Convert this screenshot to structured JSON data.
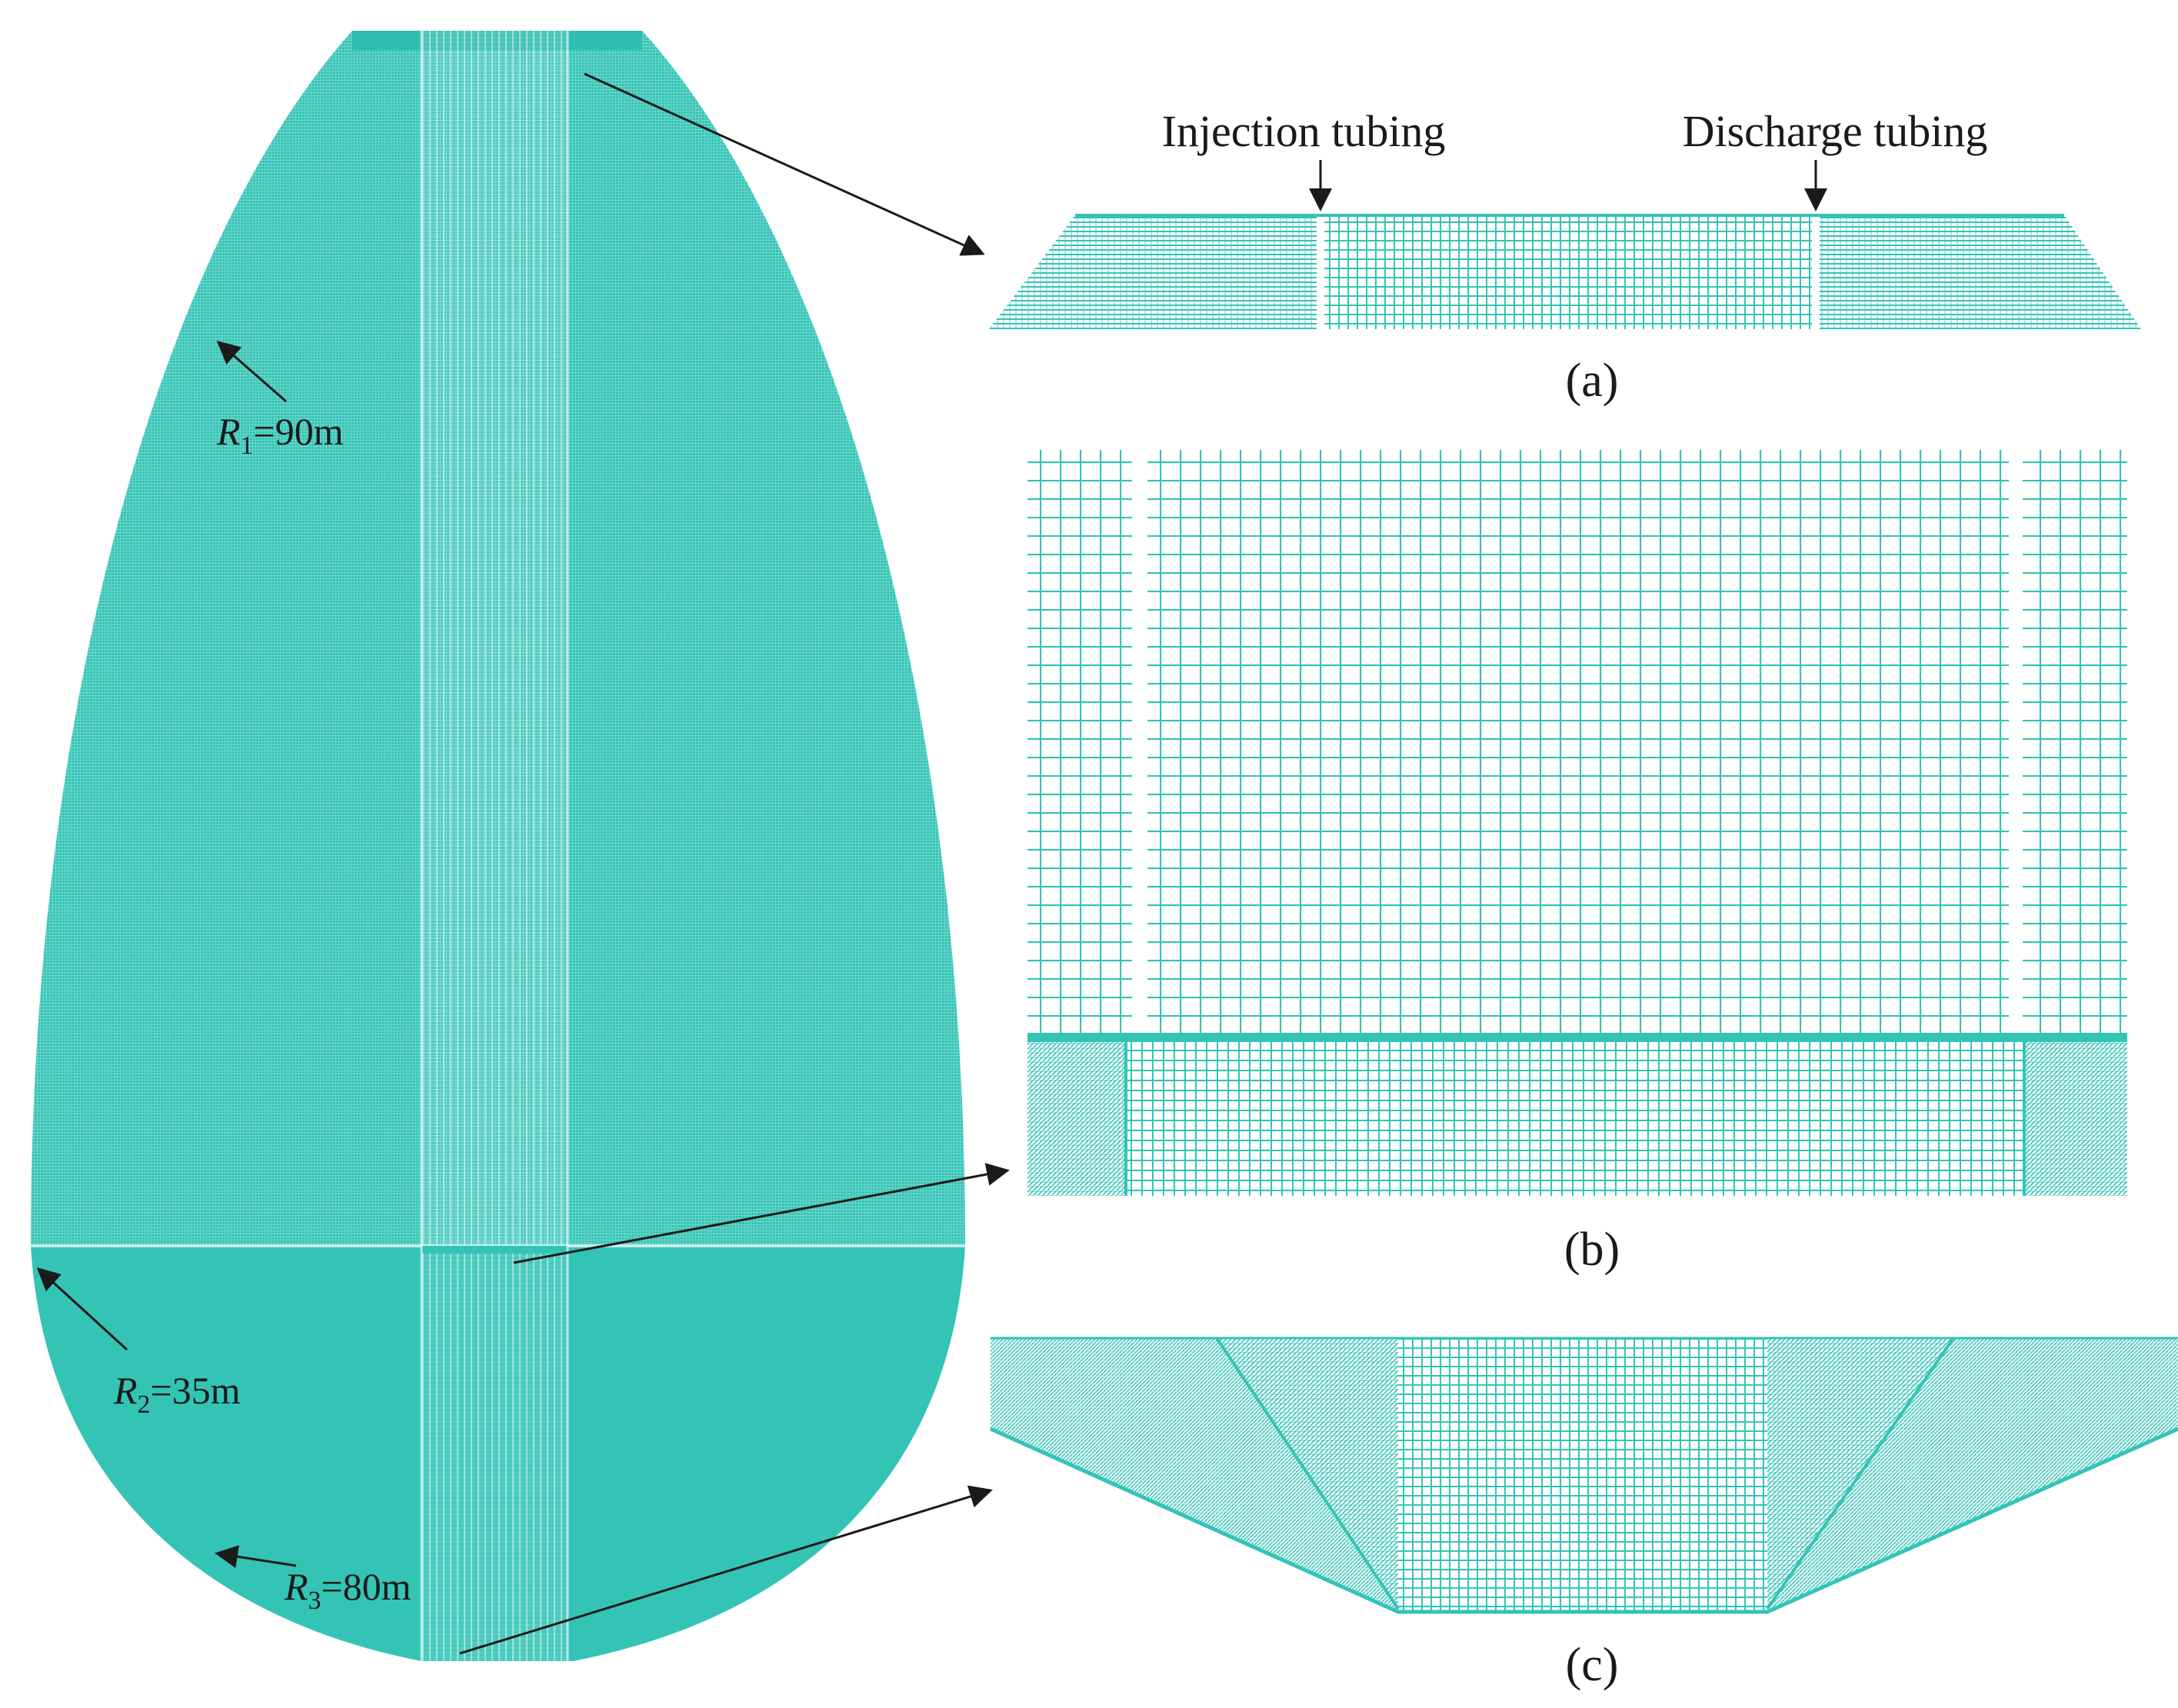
{
  "figure": {
    "mesh_color": "#33c4b6",
    "mesh_line_color": "#ffffff",
    "line_color": "#1a1a1a",
    "main_cavern": {
      "radii": [
        {
          "symbol": "R",
          "subscript": "1",
          "value": "=90m"
        },
        {
          "symbol": "R",
          "subscript": "2",
          "value": "=35m"
        },
        {
          "symbol": "R",
          "subscript": "3",
          "value": "=80m"
        }
      ]
    },
    "panel_a": {
      "caption": "(a)",
      "labels": {
        "injection": "Injection tubing",
        "discharge": "Discharge tubing"
      }
    },
    "panel_b": {
      "caption": "(b)"
    },
    "panel_c": {
      "caption": "(c)"
    }
  }
}
